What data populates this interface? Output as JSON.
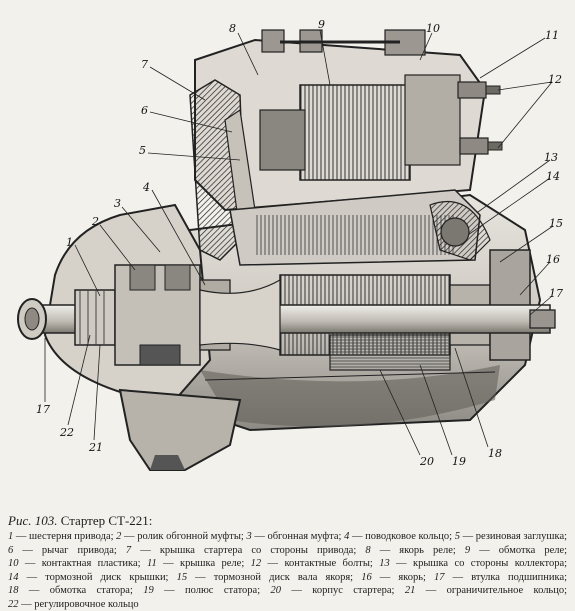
{
  "figure": {
    "callouts": [
      "1",
      "2",
      "3",
      "4",
      "5",
      "6",
      "7",
      "8",
      "9",
      "10",
      "11",
      "12",
      "13",
      "14",
      "15",
      "16",
      "17",
      "17",
      "18",
      "19",
      "20",
      "21",
      "22"
    ]
  },
  "caption": {
    "prefix": "Рис. 103.",
    "title": "Стартер СТ-221:",
    "items": [
      {
        "num": "1",
        "text": "шестерня привода;"
      },
      {
        "num": "2",
        "text": "ролик обгонной муфты;"
      },
      {
        "num": "3",
        "text": "обгонная муфта;"
      },
      {
        "num": "4",
        "text": "поводковое кольцо;"
      },
      {
        "num": "5",
        "text": "резиновая заглушка;"
      },
      {
        "num": "6",
        "text": "рычаг привода;"
      },
      {
        "num": "7",
        "text": "крышка стартера со стороны привода;"
      },
      {
        "num": "8",
        "text": "якорь реле;"
      },
      {
        "num": "9",
        "text": "обмотка реле;"
      },
      {
        "num": "10",
        "text": "контактная пластика;"
      },
      {
        "num": "11",
        "text": "крышка реле;"
      },
      {
        "num": "12",
        "text": "контактные болты;"
      },
      {
        "num": "13",
        "text": "крышка со стороны коллектора;"
      },
      {
        "num": "14",
        "text": "тормозной диск крышки;"
      },
      {
        "num": "15",
        "text": "тормозной диск вала якоря;"
      },
      {
        "num": "16",
        "text": "якорь;"
      },
      {
        "num": "17",
        "text": "втулка подшипника;"
      },
      {
        "num": "18",
        "text": "обмотка статора;"
      },
      {
        "num": "19",
        "text": "полюс статора;"
      },
      {
        "num": "20",
        "text": "корпус стартера;"
      },
      {
        "num": "21",
        "text": "ограничительное кольцо;"
      },
      {
        "num": "22",
        "text": "регулировочное кольцо"
      }
    ]
  }
}
